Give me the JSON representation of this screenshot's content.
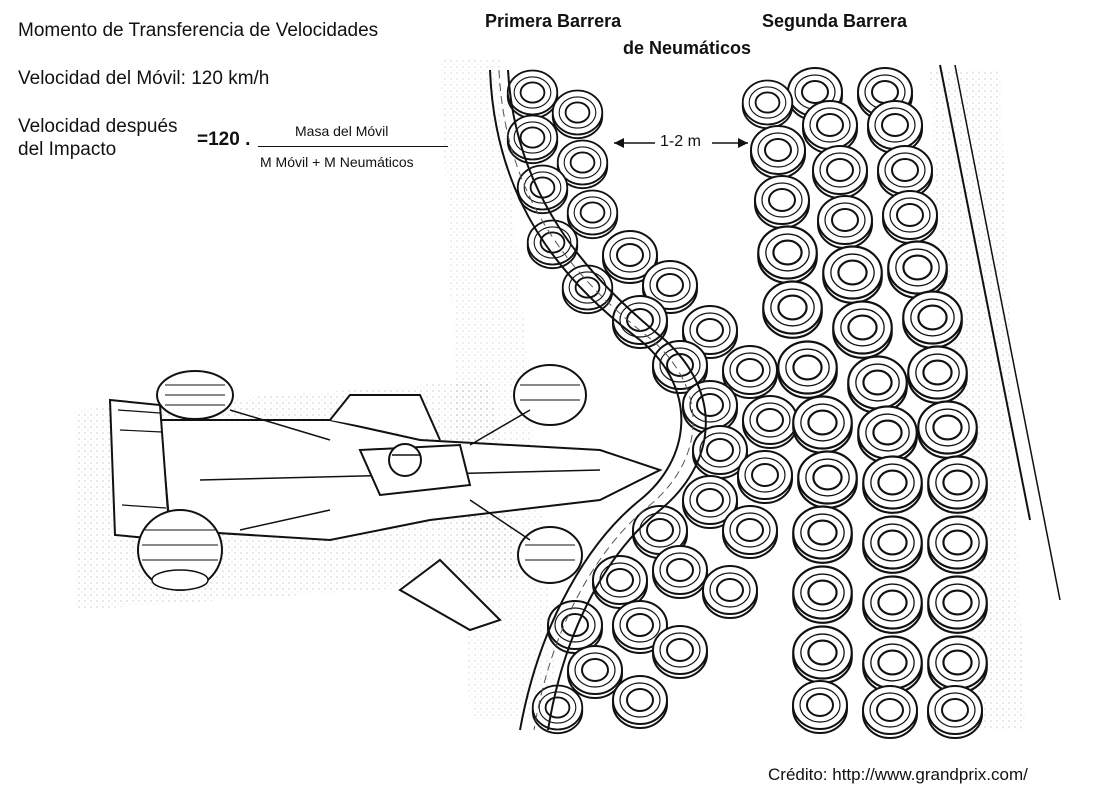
{
  "texts": {
    "title": "Momento de Transferencia de Velocidades",
    "speed": "Velocidad del Móvil: 120 km/h",
    "after_line1": "Velocidad después",
    "after_line2": "del Impacto",
    "equation_prefix": "=120 .",
    "numerator": "Masa del Móvil",
    "denominator": "M Móvil + M Neumáticos",
    "barrier1_line1": "Primera Barrera",
    "barrier1_line2": "de Neumáticos",
    "barrier2": "Segunda Barrera",
    "gap": "1-2 m",
    "credit": "Crédito: http://www.grandprix.com/"
  },
  "colors": {
    "ink": "#111111",
    "paper": "#ffffff",
    "shade": "#bbbbbb"
  }
}
